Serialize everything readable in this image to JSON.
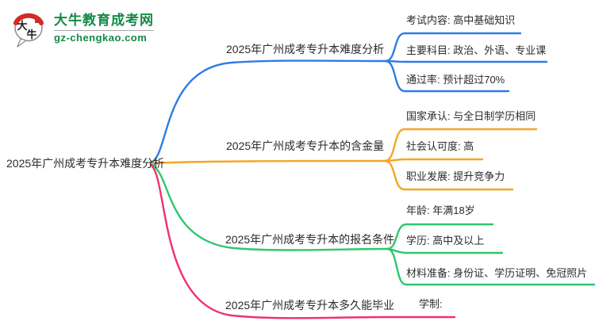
{
  "logo": {
    "icon": "daniu-speech-bubble-logo",
    "mark_char_1": "大",
    "mark_char_2": "牛",
    "title": "大牛教育成考网",
    "domain": "gz-chengkao.com",
    "brand_green": "#128a45",
    "accent_red": "#cf2d26"
  },
  "mindmap": {
    "root": {
      "label": "2025年广州成考专升本难度分析"
    },
    "text_color": "#2b2b2b",
    "branches": [
      {
        "label": "2025年广州成考专升本难度分析",
        "color": "#2E7CE6",
        "children": [
          "考试内容: 高中基础知识",
          "主要科目: 政治、外语、专业课",
          "通过率: 预计超过70%"
        ]
      },
      {
        "label": "2025年广州成考专升本的含金量",
        "color": "#F5A623",
        "children": [
          "国家承认: 与全日制学历相同",
          "社会认可度: 高",
          "职业发展: 提升竞争力"
        ]
      },
      {
        "label": "2025年广州成考专升本的报名条件",
        "color": "#2EC76F",
        "children": [
          "年龄: 年满18岁",
          "学历: 高中及以上",
          "材料准备: 身份证、学历证明、免冠照片"
        ]
      },
      {
        "label": "2025年广州成考专升本多久能毕业",
        "color": "#F0326E",
        "children": [
          "学制:"
        ]
      }
    ]
  }
}
